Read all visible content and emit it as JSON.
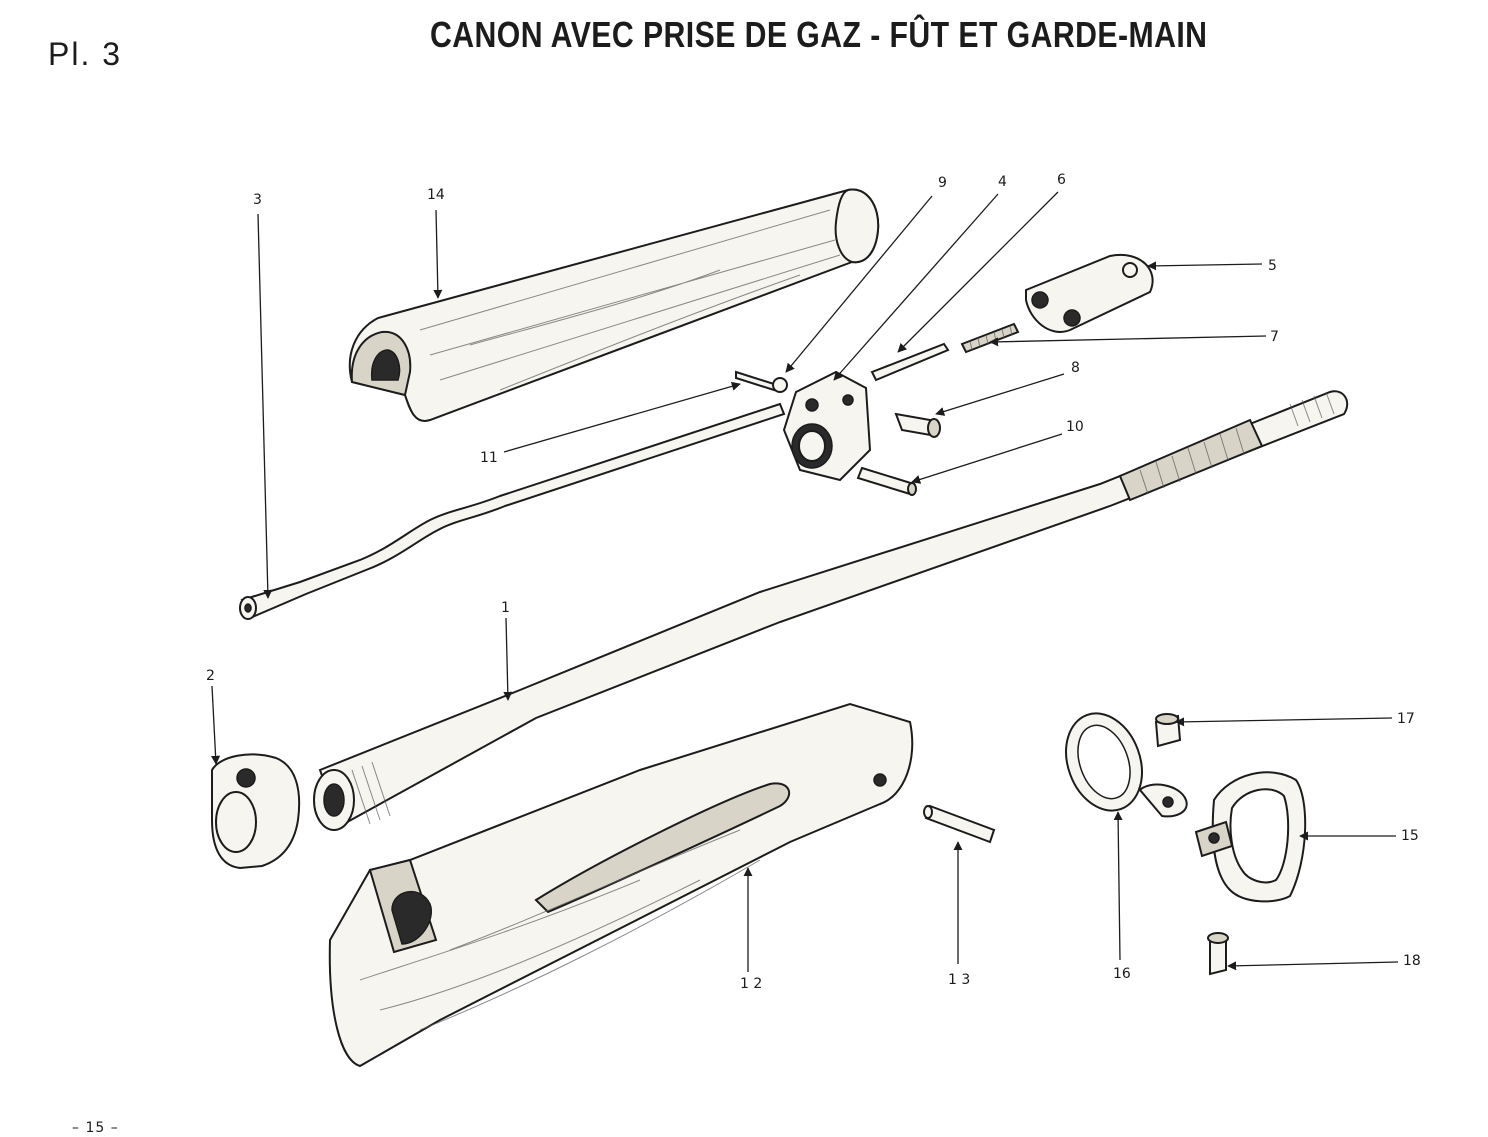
{
  "header": {
    "plate_number": "Pl. 3",
    "title": "CANON AVEC PRISE DE GAZ - FÛT ET GARDE-MAIN"
  },
  "footer": {
    "page_number": "– 15 –"
  },
  "callouts": {
    "c1": "1",
    "c2": "2",
    "c3": "3",
    "c4": "4",
    "c5": "5",
    "c6": "6",
    "c7": "7",
    "c8": "8",
    "c9": "9",
    "c10": "10",
    "c11": "11",
    "c12": "1 2",
    "c13": "1 3",
    "c14": "14",
    "c15": "15",
    "c16": "16",
    "c17": "17",
    "c18": "18"
  }
}
